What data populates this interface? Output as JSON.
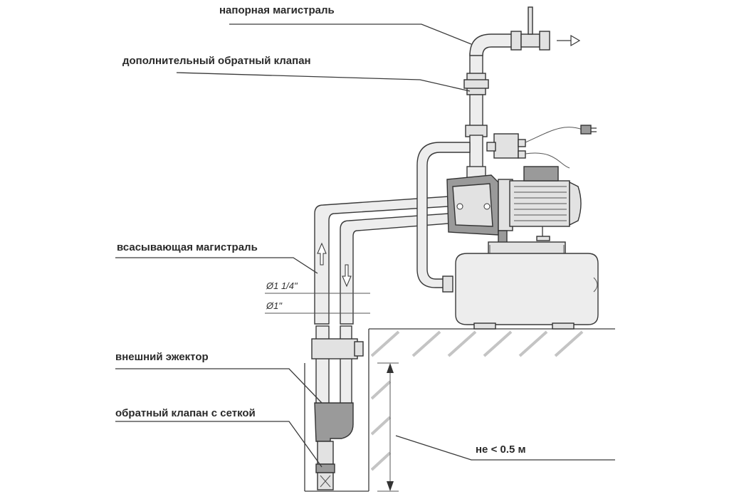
{
  "labels": {
    "pressure_main": "напорная магистраль",
    "extra_check_valve": "дополнительный обратный клапан",
    "suction_main": "всасывающая магистраль",
    "external_ejector": "внешний эжектор",
    "check_valve_mesh": "обратный клапан с сеткой",
    "min_depth": "не < 0.5 м"
  },
  "dimensions": {
    "pipe_diameter_large": "Ø1 1/4\"",
    "pipe_diameter_small": "Ø1\""
  },
  "colors": {
    "line": "#3a3a3a",
    "fill_light": "#ededed",
    "fill_dark": "#9a9a9a",
    "hatch": "#c4c4c4"
  }
}
